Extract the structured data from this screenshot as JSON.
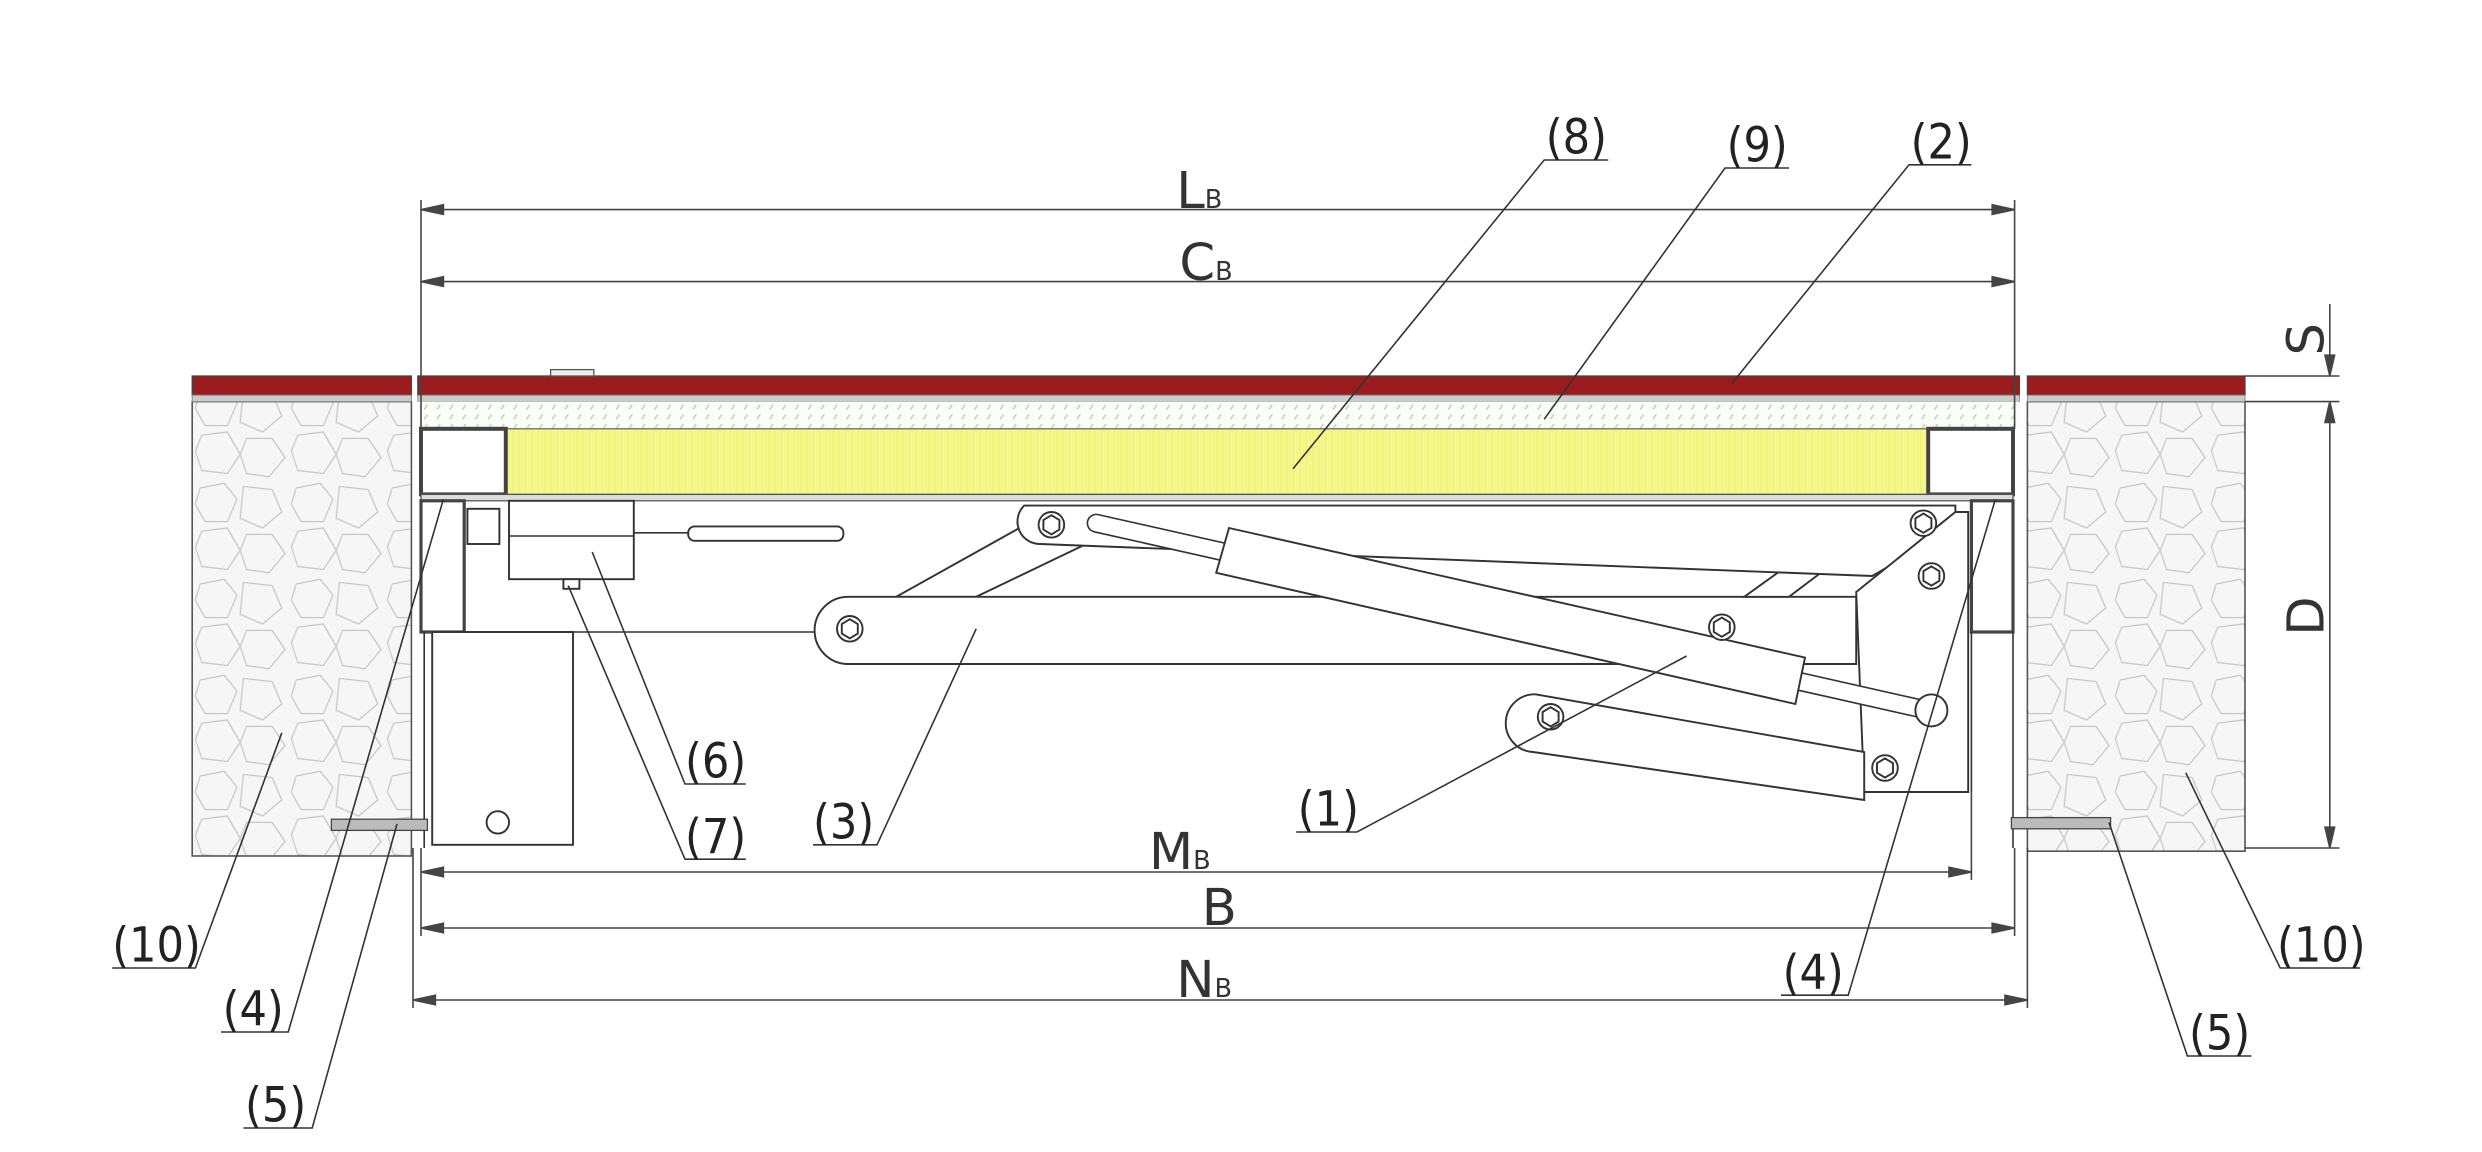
{
  "dimensions": {
    "LB": {
      "main": "L",
      "sub": "B"
    },
    "CB": {
      "main": "C",
      "sub": "B"
    },
    "MB": {
      "main": "M",
      "sub": "B"
    },
    "B": {
      "main": "B",
      "sub": ""
    },
    "NB": {
      "main": "N",
      "sub": "B"
    },
    "S": {
      "main": "S",
      "sub": ""
    },
    "D": {
      "main": "D",
      "sub": ""
    }
  },
  "callouts": [
    "(8)",
    "(9)",
    "(2)",
    "(6)",
    "(7)",
    "(3)",
    "(1)",
    "(10)",
    "(4)",
    "(5)",
    "(4)",
    "(10)",
    "(5)"
  ],
  "colors": {
    "top_cover": "#9a1c1f",
    "insulation": "#f6f78a",
    "fill_layer": "#cfe8c7",
    "stone": "#f4f4f4"
  }
}
